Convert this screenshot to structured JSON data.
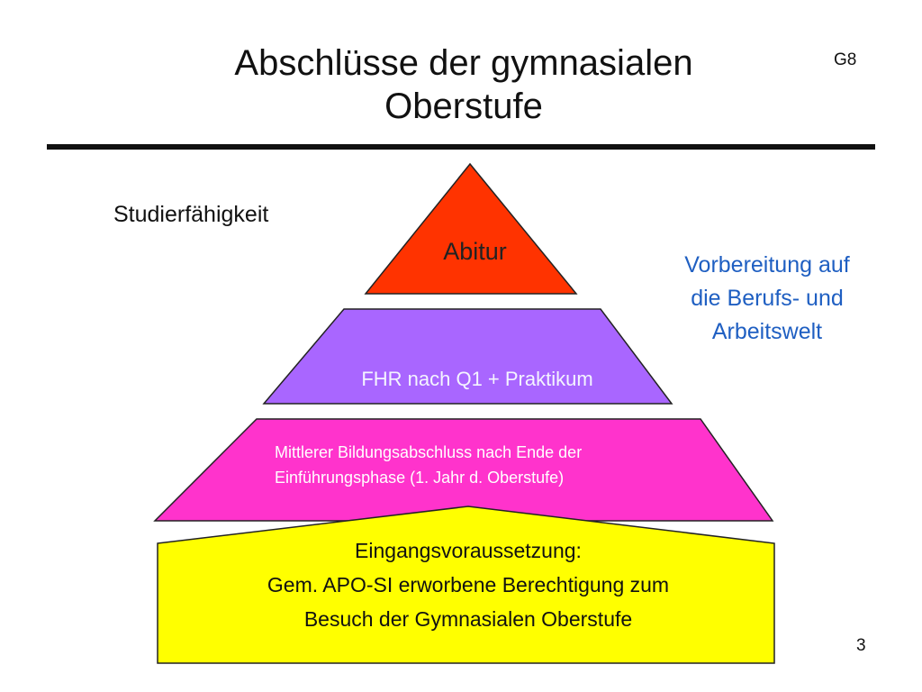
{
  "header": {
    "title_line1": "Abschlüsse der gymnasialen",
    "title_line2": "Oberstufe",
    "badge": "G8"
  },
  "labels": {
    "left": "Studierfähigkeit",
    "right_line1": "Vorbereitung auf",
    "right_line2": "die Berufs- und",
    "right_line3": "Arbeitswelt"
  },
  "pyramid": {
    "levels": [
      {
        "id": "abitur",
        "text": "Abitur",
        "color": "#ff3300"
      },
      {
        "id": "fhr",
        "text": "FHR nach Q1 + Praktikum",
        "color": "#a966ff"
      },
      {
        "id": "mittel",
        "line1": "Mittlerer Bildungsabschluss nach Ende der",
        "line2": "Einführungsphase (1. Jahr d. Oberstufe)",
        "color": "#ff33cc"
      },
      {
        "id": "eingang",
        "line1": "Eingangsvoraussetzung:",
        "line2": "Gem. APO-SI erworbene Berechtigung zum",
        "line3": "Besuch der Gymnasialen Oberstufe",
        "color": "#ffff00"
      }
    ]
  },
  "footer": {
    "page_number": "3"
  },
  "colors": {
    "accent_blue": "#1f5fc2",
    "outline": "#222222"
  }
}
